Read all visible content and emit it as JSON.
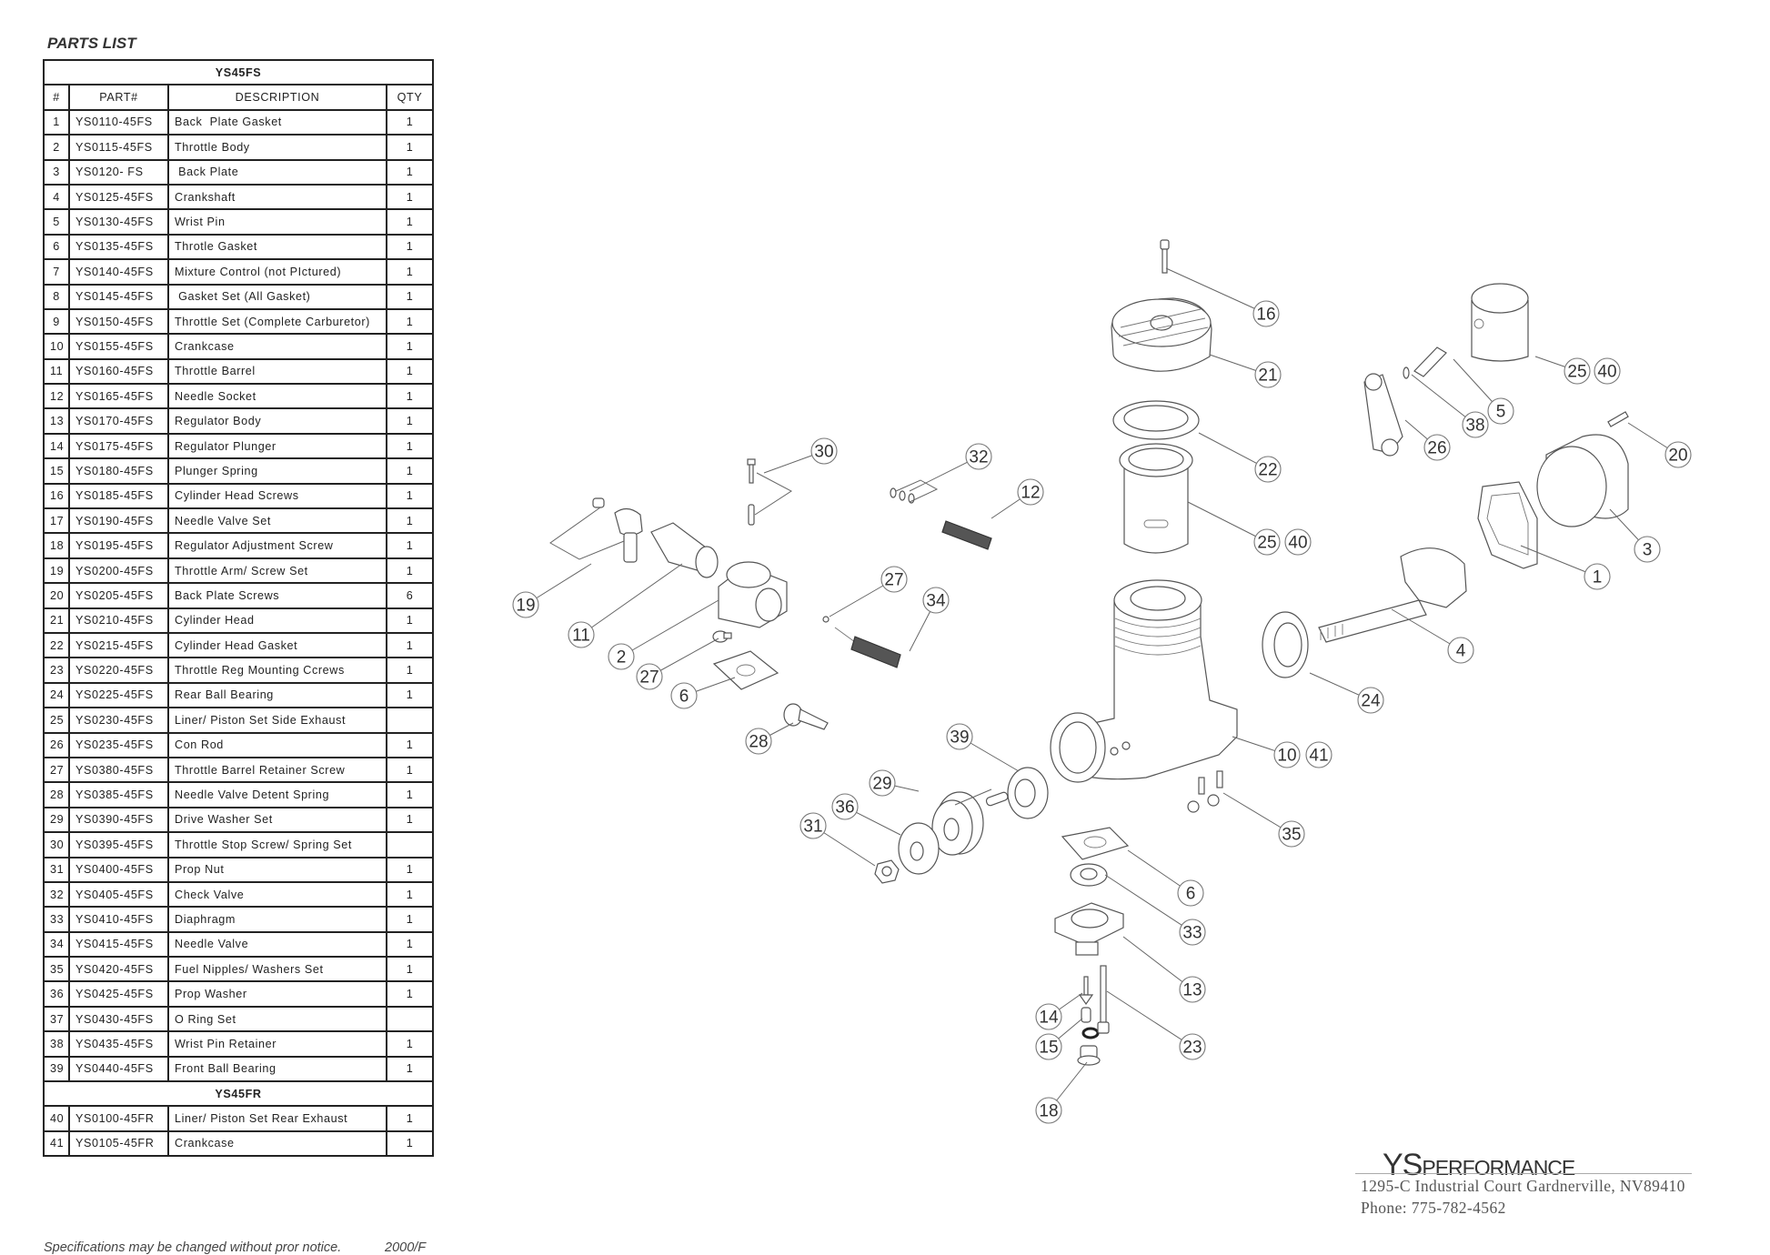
{
  "page": {
    "title": "PARTS LIST",
    "footer_note": "Specifications may be changed without pror notice.",
    "footer_code": "2000/F"
  },
  "table": {
    "headers": {
      "num": "#",
      "part": "PART#",
      "desc": "DESCRIPTION",
      "qty": "QTY"
    },
    "sections": [
      {
        "model": "YS45FS",
        "rows": [
          {
            "num": "1",
            "part": "YS0110-45FS",
            "desc": "Back  Plate Gasket",
            "qty": "1"
          },
          {
            "num": "2",
            "part": "YS0115-45FS",
            "desc": "Throttle Body",
            "qty": "1"
          },
          {
            "num": "3",
            "part": "YS0120- FS",
            "desc": " Back Plate",
            "qty": "1"
          },
          {
            "num": "4",
            "part": "YS0125-45FS",
            "desc": "Crankshaft",
            "qty": "1"
          },
          {
            "num": "5",
            "part": "YS0130-45FS",
            "desc": "Wrist Pin",
            "qty": "1"
          },
          {
            "num": "6",
            "part": "YS0135-45FS",
            "desc": "Throtle Gasket",
            "qty": "1"
          },
          {
            "num": "7",
            "part": "YS0140-45FS",
            "desc": "Mixture Control (not PIctured)",
            "qty": "1"
          },
          {
            "num": "8",
            "part": "YS0145-45FS",
            "desc": " Gasket Set (All Gasket)",
            "qty": "1"
          },
          {
            "num": "9",
            "part": "YS0150-45FS",
            "desc": "Throttle Set (Complete Carburetor)",
            "qty": "1"
          },
          {
            "num": "10",
            "part": "YS0155-45FS",
            "desc": "Crankcase",
            "qty": "1"
          },
          {
            "num": "11",
            "part": "YS0160-45FS",
            "desc": "Throttle Barrel",
            "qty": "1"
          },
          {
            "num": "12",
            "part": "YS0165-45FS",
            "desc": "Needle Socket",
            "qty": "1"
          },
          {
            "num": "13",
            "part": "YS0170-45FS",
            "desc": "Regulator Body",
            "qty": "1"
          },
          {
            "num": "14",
            "part": "YS0175-45FS",
            "desc": "Regulator Plunger",
            "qty": "1"
          },
          {
            "num": "15",
            "part": "YS0180-45FS",
            "desc": "Plunger Spring",
            "qty": "1"
          },
          {
            "num": "16",
            "part": "YS0185-45FS",
            "desc": "Cylinder Head Screws",
            "qty": "1"
          },
          {
            "num": "17",
            "part": "YS0190-45FS",
            "desc": "Needle Valve Set",
            "qty": "1"
          },
          {
            "num": "18",
            "part": "YS0195-45FS",
            "desc": "Regulator Adjustment Screw",
            "qty": "1"
          },
          {
            "num": "19",
            "part": "YS0200-45FS",
            "desc": "Throttle Arm/ Screw Set",
            "qty": "1"
          },
          {
            "num": "20",
            "part": "YS0205-45FS",
            "desc": "Back Plate Screws",
            "qty": "6"
          },
          {
            "num": "21",
            "part": "YS0210-45FS",
            "desc": "Cylinder Head",
            "qty": "1"
          },
          {
            "num": "22",
            "part": "YS0215-45FS",
            "desc": "Cylinder Head Gasket",
            "qty": "1"
          },
          {
            "num": "23",
            "part": "YS0220-45FS",
            "desc": "Throttle Reg Mounting Ccrews",
            "qty": "1"
          },
          {
            "num": "24",
            "part": "YS0225-45FS",
            "desc": "Rear Ball Bearing",
            "qty": "1"
          },
          {
            "num": "25",
            "part": "YS0230-45FS",
            "desc": "Liner/ Piston Set Side Exhaust",
            "qty": ""
          },
          {
            "num": "26",
            "part": "YS0235-45FS",
            "desc": "Con Rod",
            "qty": "1"
          },
          {
            "num": "27",
            "part": "YS0380-45FS",
            "desc": "Throttle Barrel Retainer Screw",
            "qty": "1"
          },
          {
            "num": "28",
            "part": "YS0385-45FS",
            "desc": "Needle Valve Detent Spring",
            "qty": "1"
          },
          {
            "num": "29",
            "part": "YS0390-45FS",
            "desc": "Drive Washer Set",
            "qty": "1"
          },
          {
            "num": "30",
            "part": "YS0395-45FS",
            "desc": "Throttle Stop Screw/ Spring Set",
            "qty": ""
          },
          {
            "num": "31",
            "part": "YS0400-45FS",
            "desc": "Prop Nut",
            "qty": "1"
          },
          {
            "num": "32",
            "part": "YS0405-45FS",
            "desc": "Check Valve",
            "qty": "1"
          },
          {
            "num": "33",
            "part": "YS0410-45FS",
            "desc": "Diaphragm",
            "qty": "1"
          },
          {
            "num": "34",
            "part": "YS0415-45FS",
            "desc": "Needle Valve",
            "qty": "1"
          },
          {
            "num": "35",
            "part": "YS0420-45FS",
            "desc": "Fuel Nipples/ Washers Set",
            "qty": "1"
          },
          {
            "num": "36",
            "part": "YS0425-45FS",
            "desc": "Prop Washer",
            "qty": "1"
          },
          {
            "num": "37",
            "part": "YS0430-45FS",
            "desc": "O Ring Set",
            "qty": ""
          },
          {
            "num": "38",
            "part": "YS0435-45FS",
            "desc": "Wrist Pin Retainer",
            "qty": "1"
          },
          {
            "num": "39",
            "part": "YS0440-45FS",
            "desc": "Front Ball Bearing",
            "qty": "1"
          }
        ]
      },
      {
        "model": "YS45FR",
        "rows": [
          {
            "num": "40",
            "part": "YS0100-45FR",
            "desc": "Liner/ Piston Set Rear Exhaust",
            "qty": "1"
          },
          {
            "num": "41",
            "part": "YS0105-45FR",
            "desc": "Crankcase",
            "qty": "1"
          }
        ]
      }
    ]
  },
  "diagram": {
    "callouts": [
      "1",
      "2",
      "3",
      "4",
      "5",
      "6",
      "6",
      "10",
      "11",
      "12",
      "13",
      "14",
      "15",
      "16",
      "18",
      "19",
      "20",
      "21",
      "22",
      "23",
      "24",
      "25",
      "25",
      "26",
      "27",
      "27",
      "28",
      "29",
      "30",
      "31",
      "32",
      "33",
      "34",
      "35",
      "36",
      "38",
      "39",
      "40",
      "40",
      "41"
    ]
  },
  "company": {
    "brand_ys": "YS",
    "brand_rest": "PERFORMANCE",
    "address": "1295-C Industrial Court Gardnerville, NV89410",
    "phone": "Phone: 775-782-4562"
  }
}
